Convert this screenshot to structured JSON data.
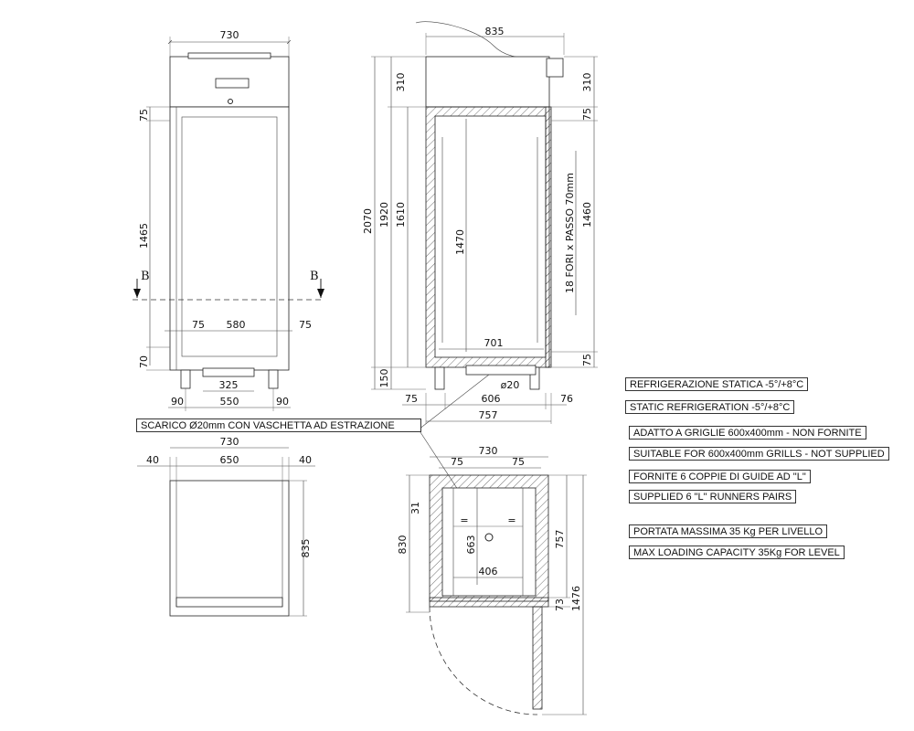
{
  "front_view": {
    "width_top": "730",
    "h_75_top": "75",
    "h_1465": "1465",
    "h_70": "70",
    "section_mark": "B",
    "w_75_left": "75",
    "w_580": "580",
    "w_75_right": "75",
    "w_325": "325",
    "w_90_left": "90",
    "w_550": "550",
    "w_90_right": "90"
  },
  "side_view": {
    "depth_top": "835",
    "h_2070": "2070",
    "h_1920": "1920",
    "h_1610": "1610",
    "h_150": "150",
    "h_310_left": "310",
    "h_310_right": "310",
    "h_75_top": "75",
    "h_1470": "1470",
    "h_1460": "1460",
    "runner_note": "18 FORI x PASSO 70mm",
    "h_75_bottom": "75",
    "w_701": "701",
    "drain_dia": "ø20",
    "w_75": "75",
    "w_606": "606",
    "w_76": "76",
    "w_757": "757"
  },
  "drain_label": "SCARICO  Ø20mm CON VASCHETTA AD ESTRAZIONE",
  "top_view": {
    "w_730": "730",
    "w_40_left": "40",
    "w_650": "650",
    "w_40_right": "40",
    "h_835": "835"
  },
  "plan_view": {
    "w_730": "730",
    "w_75_left": "75",
    "w_75_right": "75",
    "h_31": "31",
    "eq_left": "=",
    "eq_right": "=",
    "h_830": "830",
    "h_663": "663",
    "w_406": "406",
    "h_757": "757",
    "h_73": "73",
    "h_1476": "1476"
  },
  "notes": [
    "REFRIGERAZIONE STATICA -5°/+8°C",
    "STATIC REFRIGERATION -5°/+8°C",
    "ADATTO A GRIGLIE 600x400mm - NON FORNITE",
    "SUITABLE FOR 600x400mm GRILLS - NOT SUPPLIED",
    "FORNITE 6 COPPIE DI GUIDE AD \"L\"",
    "SUPPLIED 6 \"L\" RUNNERS PAIRS",
    "PORTATA MASSIMA 35 Kg PER LIVELLO",
    "MAX LOADING CAPACITY 35Kg FOR LEVEL"
  ]
}
